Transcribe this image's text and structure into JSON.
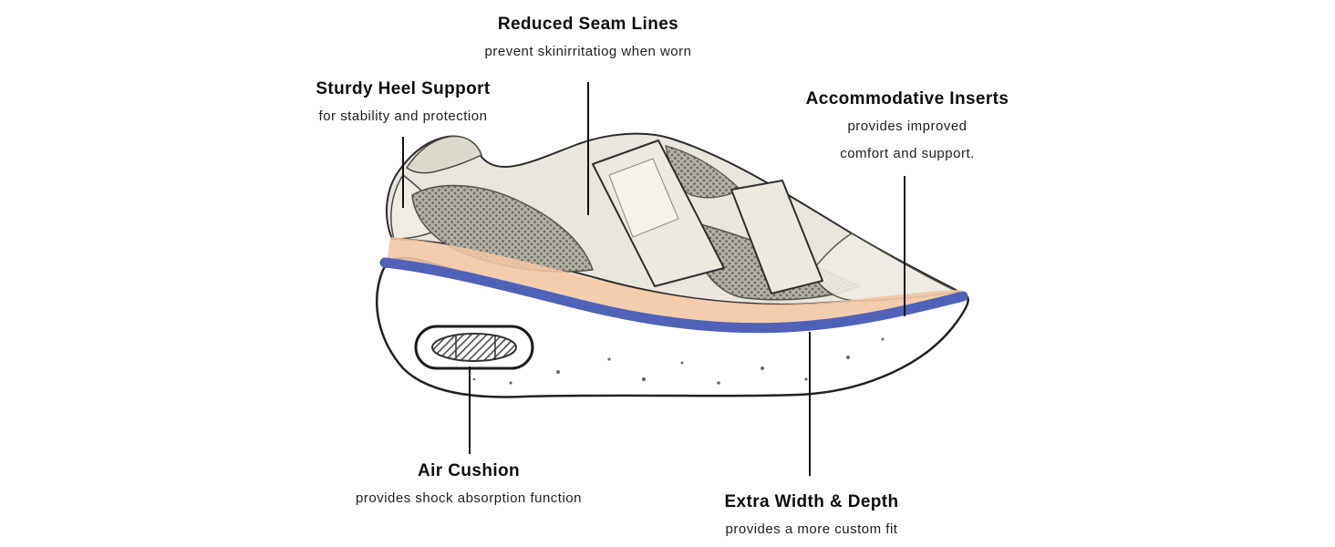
{
  "figure": {
    "type": "product-feature-diagram",
    "subject": "orthopedic walking shoe, side view with feature callouts"
  },
  "callouts": {
    "reduced_seam_lines": {
      "title": "Reduced Seam Lines",
      "subtitle": "prevent skinirritatiog when worn"
    },
    "sturdy_heel_support": {
      "title": "Sturdy Heel Support",
      "subtitle": "for stability and protection"
    },
    "accommodative_inserts": {
      "title": "Accommodative Inserts",
      "subtitle_line1": "provides improved",
      "subtitle_line2": "comfort and support."
    },
    "air_cushion": {
      "title": "Air Cushion",
      "subtitle": "provides shock absorption function"
    },
    "extra_width_depth": {
      "title": "Extra Width & Depth",
      "subtitle": "provides a more custom fit"
    }
  },
  "colors": {
    "background": "#ffffff",
    "text": "#111111",
    "leader_line": "#111111",
    "midsole_blue": "#4f62b7",
    "insole_peach": "#f3c6a4",
    "upper_cream": "#e9e6de",
    "mesh_gray": "#6e6b62"
  }
}
